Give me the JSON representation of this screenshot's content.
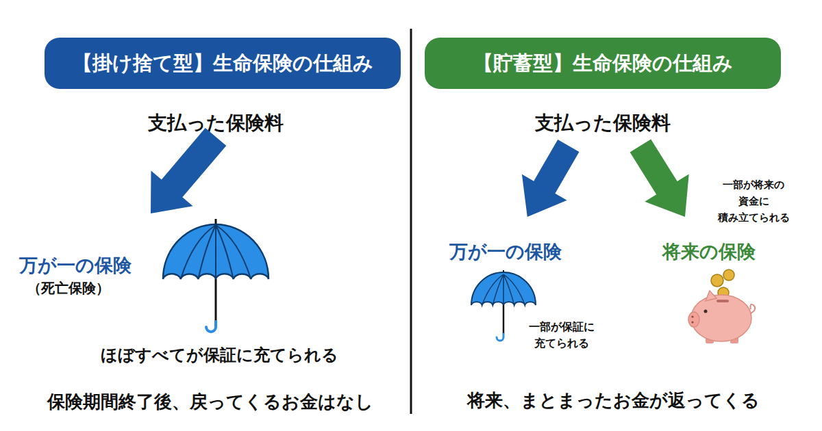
{
  "diagram": {
    "nodes": [
      {
        "text": [
          "【掛け捨て型】生命保険の仕組み"
        ]
      },
      {
        "text": [
          "【貯蓄型】生命保険の仕組み"
        ]
      },
      {
        "text": [
          "支払った保険料"
        ]
      },
      {
        "text": [
          "万が一の保険",
          "（死亡保険）"
        ]
      },
      {
        "text": [
          "支払った保険料"
        ]
      },
      {
        "text": [
          "万が一の保険"
        ]
      },
      {
        "text": [
          "将来の保険"
        ]
      }
    ],
    "edges": [
      {
        "from": 2,
        "to": 3,
        "arrow": "to"
      },
      {
        "from": 4,
        "to": 5,
        "arrow": "to"
      },
      {
        "from": 4,
        "to": 6,
        "arrow": "to"
      }
    ],
    "labels": [
      "ほぼすべてが保証に充てられる",
      "保険期間終了後、戻ってくるお金はなし",
      "一部が将来の 資金に 積み立てられる",
      "一部が保証に 充てられる",
      "将来、まとまったお金が返ってくる"
    ]
  }
}
